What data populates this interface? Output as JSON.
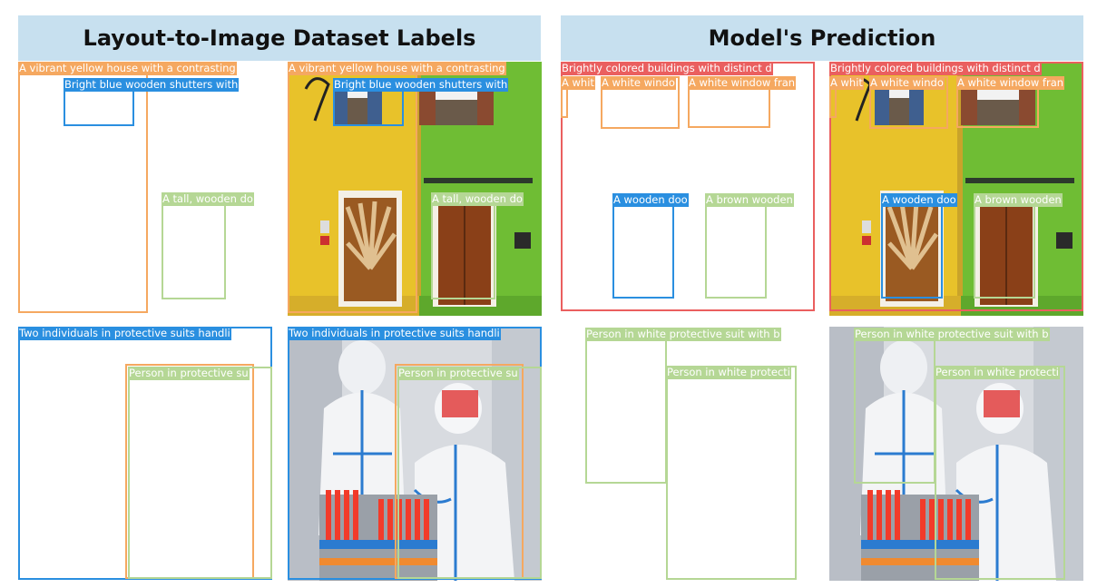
{
  "headers": {
    "left": "Layout-to-Image Dataset Labels",
    "right": "Model's Prediction"
  },
  "colors": {
    "orange": "#f5a860",
    "blue": "#2a8fe0",
    "green": "#b5d795",
    "red": "#ea5f5f"
  },
  "labels": {
    "gt1": {
      "yellow_house": "A vibrant yellow house with a contrasting",
      "blue_shutters": "Bright blue wooden shutters with",
      "wooden_door": "A tall, wooden do"
    },
    "pred1": {
      "buildings": "Brightly colored buildings with distinct d",
      "window_a": "A whit",
      "window_b": "A white windo",
      "window_c": "A white window fran",
      "wooden_door": "A wooden doo",
      "brown_door": "A brown wooden"
    },
    "gt2": {
      "two_individuals": "Two individuals in protective suits handli",
      "person": "Person in protective su"
    },
    "pred2": {
      "person_a": "Person in white protective suit with b",
      "person_b": "Person in white protecti"
    }
  }
}
